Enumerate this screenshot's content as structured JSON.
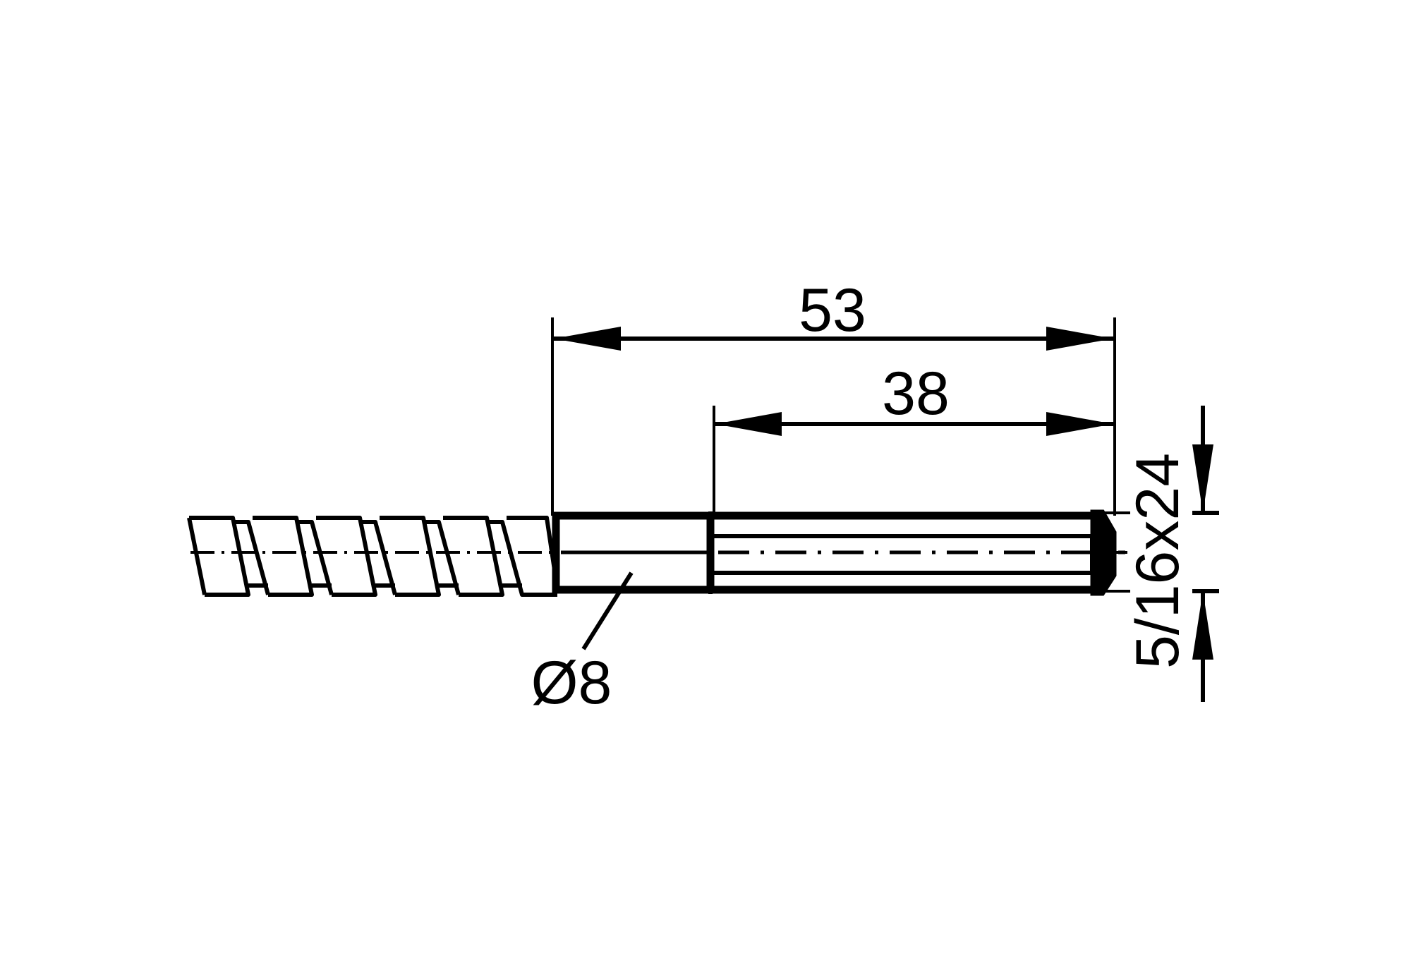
{
  "drawing": {
    "type": "technical-drawing",
    "subject": "cable-sensor-threaded-end",
    "colors": {
      "line": "#000000",
      "background": "#ffffff"
    },
    "dimensions": {
      "overall_length": "53",
      "thread_length": "38",
      "diameter": "Ø8",
      "thread_spec": "5/16x24"
    }
  }
}
